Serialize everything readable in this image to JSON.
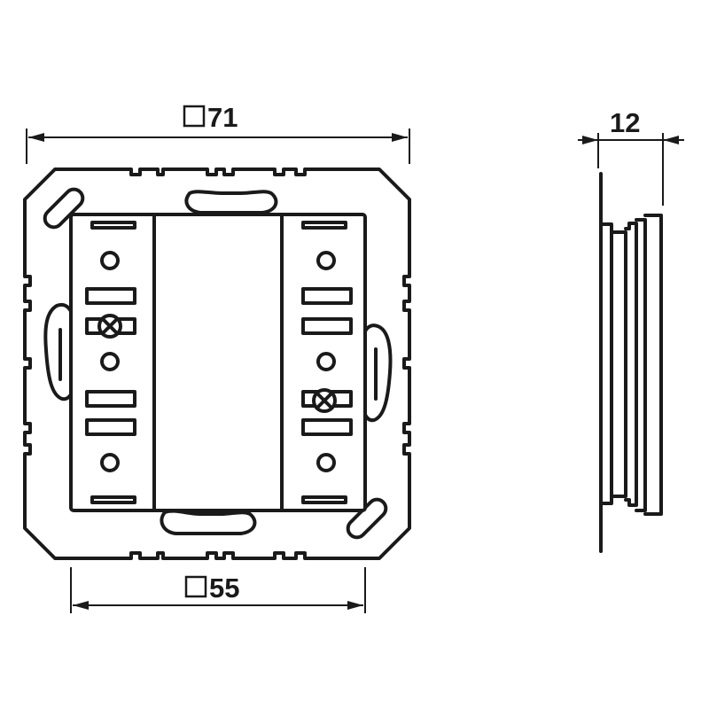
{
  "dimensions": {
    "frame_width_symbol": "□",
    "frame_width_value": "71",
    "insert_width_symbol": "□",
    "insert_width_value": "55",
    "depth_value": "12"
  },
  "colors": {
    "line": "#1a1a1a",
    "background": "#ffffff"
  }
}
